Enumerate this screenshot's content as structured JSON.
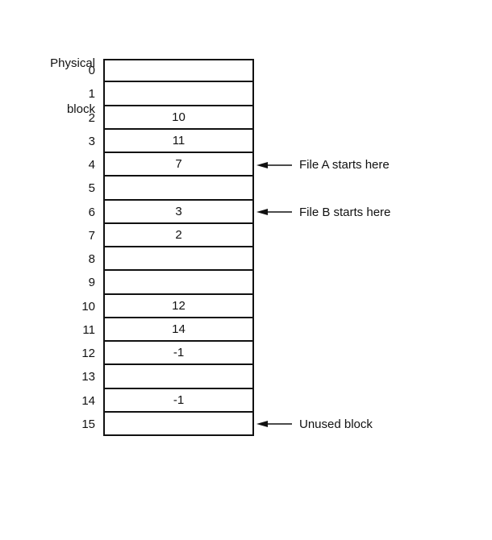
{
  "title": {
    "line1": "Physical",
    "line2": "block"
  },
  "table": {
    "rows": [
      {
        "index": "0",
        "value": "",
        "annotation": null
      },
      {
        "index": "1",
        "value": "",
        "annotation": null
      },
      {
        "index": "2",
        "value": "10",
        "annotation": null
      },
      {
        "index": "3",
        "value": "11",
        "annotation": null
      },
      {
        "index": "4",
        "value": "7",
        "annotation": "File A starts here"
      },
      {
        "index": "5",
        "value": "",
        "annotation": null
      },
      {
        "index": "6",
        "value": "3",
        "annotation": "File B starts here"
      },
      {
        "index": "7",
        "value": "2",
        "annotation": null
      },
      {
        "index": "8",
        "value": "",
        "annotation": null
      },
      {
        "index": "9",
        "value": "",
        "annotation": null
      },
      {
        "index": "10",
        "value": "12",
        "annotation": null
      },
      {
        "index": "11",
        "value": "14",
        "annotation": null
      },
      {
        "index": "12",
        "value": "-1",
        "annotation": null
      },
      {
        "index": "13",
        "value": "",
        "annotation": null
      },
      {
        "index": "14",
        "value": "-1",
        "annotation": null
      },
      {
        "index": "15",
        "value": "",
        "annotation": "Unused block"
      }
    ]
  },
  "icons": {
    "left_arrow": "left-arrow-icon"
  },
  "colors": {
    "line": "#111111",
    "text": "#111111",
    "background": "#ffffff"
  }
}
